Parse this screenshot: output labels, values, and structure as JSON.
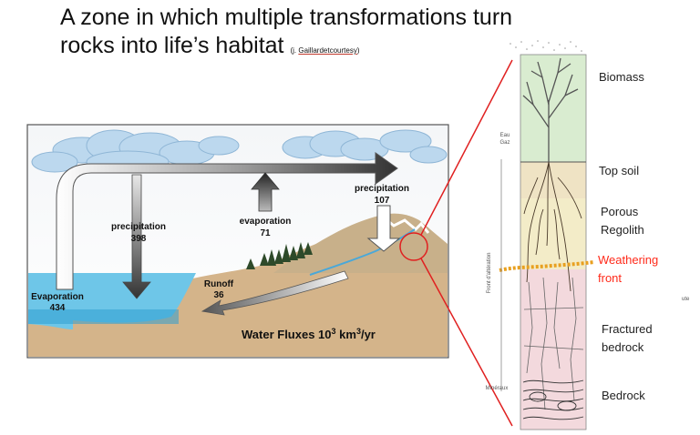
{
  "slide": {
    "title_line1": "A zone in which multiple transformations turn",
    "title_line2": "rocks into life’s habitat",
    "credit_prefix": "(j. ",
    "credit_name": "Gaillardetcourtesy",
    "credit_suffix": ")"
  },
  "water_cycle": {
    "precip_ocean_label": "precipitation",
    "precip_ocean_value": "398",
    "evaporation_land_label": "evaporation",
    "evaporation_land_value": "71",
    "precip_land_label": "precipitation",
    "precip_land_value": "107",
    "evaporation_ocean_label": "Evaporation",
    "evaporation_ocean_value": "434",
    "runoff_label": "Runoff",
    "runoff_value": "36",
    "caption_main": "Water Fluxes 10",
    "caption_sup": "3",
    "caption_unit": " km",
    "caption_sup2": "3",
    "caption_tail": "/yr"
  },
  "profile": {
    "axis_eau": "Eau",
    "axis_gaz": "Gaz",
    "axis_front": "Front d'altération",
    "axis_mineraux": "Minéraux",
    "edge_text": "ute",
    "layers": [
      {
        "line1": "Biomass",
        "line2": ""
      },
      {
        "line1": "Top soil",
        "line2": ""
      },
      {
        "line1": "Porous",
        "line2": "Regolith"
      },
      {
        "line1": "Weathering",
        "line2": "front"
      },
      {
        "line1": "Fractured",
        "line2": "bedrock"
      },
      {
        "line1": "Bedrock",
        "line2": ""
      }
    ],
    "colors": {
      "biomass": "#d9ecd0",
      "topsoil": "#efe3c4",
      "regolith": "#f3ecc8",
      "bedrock": "#f3d9dd",
      "weathering": "#ff2a1a",
      "front_band": "#e8a020",
      "zoom_line": "#e02020"
    }
  }
}
